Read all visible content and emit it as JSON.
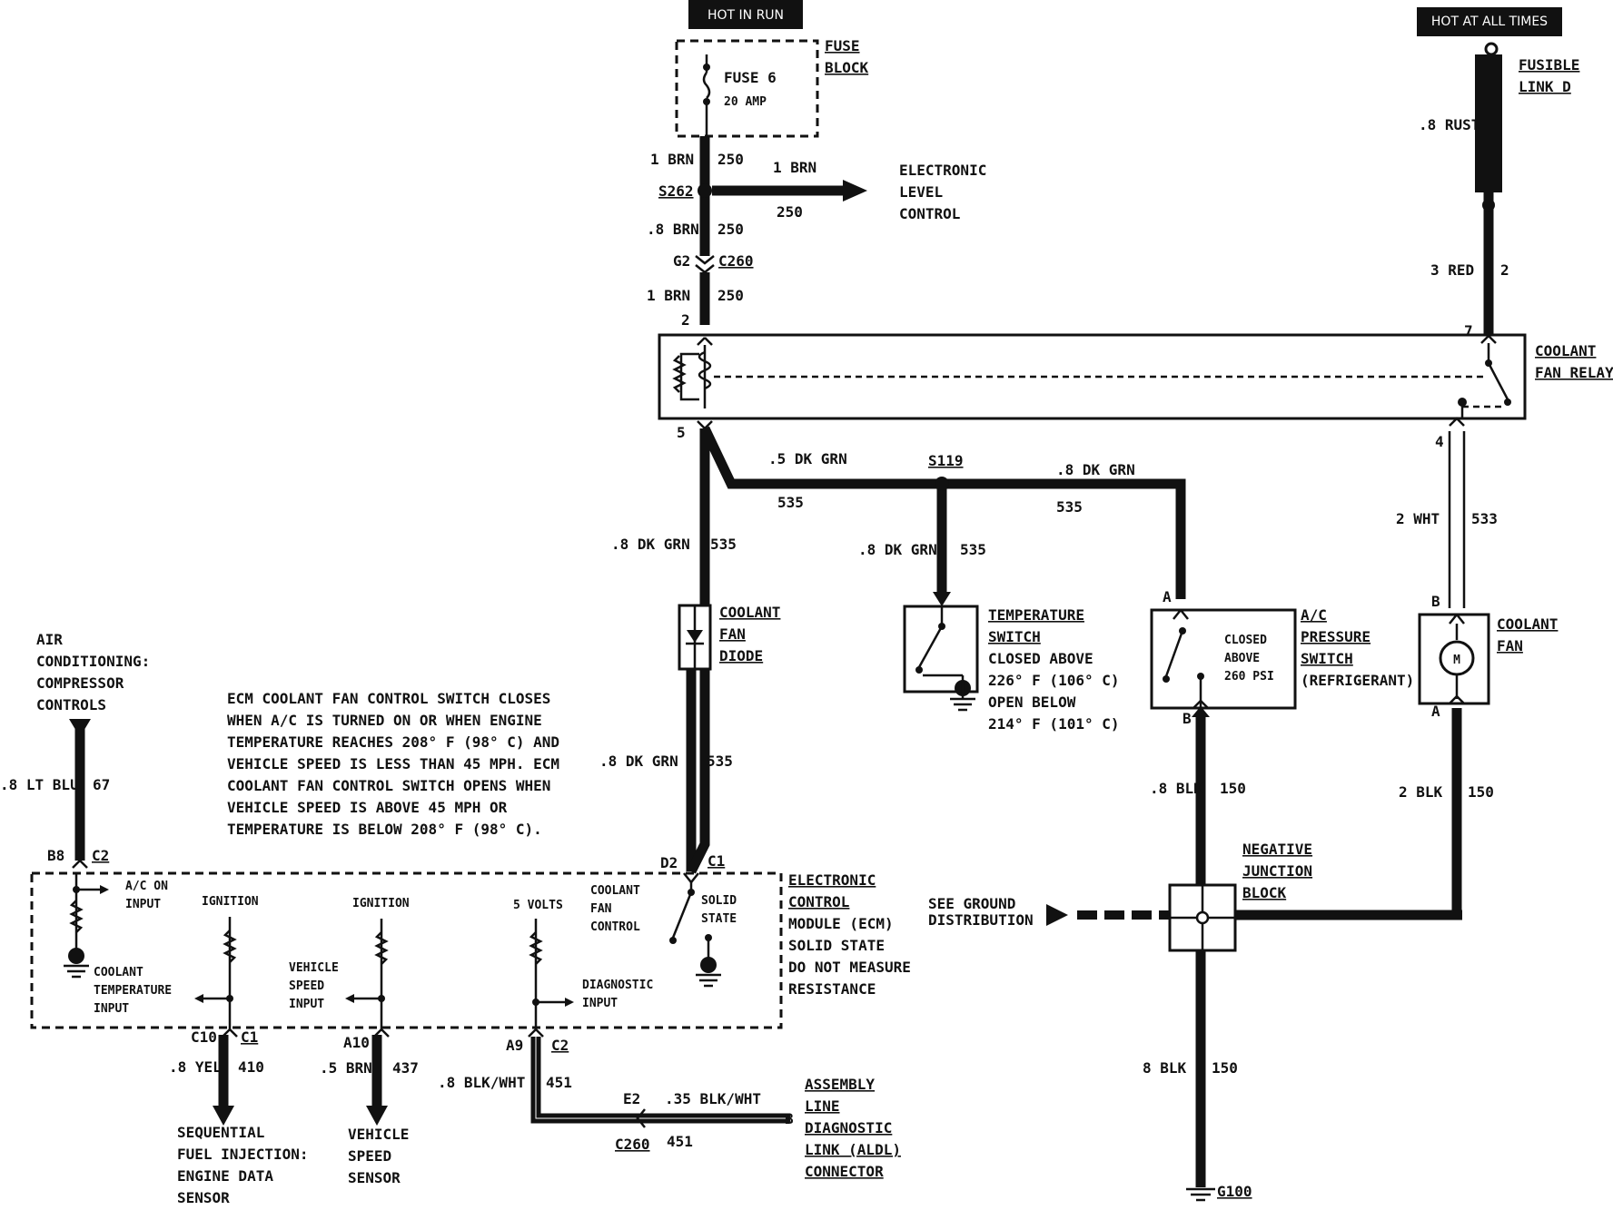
{
  "power": {
    "hot_in_run": "HOT IN RUN",
    "hot_at_all_times": "HOT AT ALL TIMES",
    "fuse_block_1": "FUSE",
    "fuse_block_2": "BLOCK",
    "fuse_name": "FUSE 6",
    "fuse_rating": "20 AMP",
    "fusible_link_1": "FUSIBLE",
    "fusible_link_2": "LINK D",
    "fusible_wire": ".8 RUST"
  },
  "wires": {
    "brn_1_color": "1 BRN",
    "brn_1_circuit": "250",
    "s262": "S262",
    "branch_color": "1 BRN",
    "branch_circuit": "250",
    "elc_1": "ELECTRONIC",
    "elc_2": "LEVEL",
    "elc_3": "CONTROL",
    "brn_8_color": ".8 BRN",
    "brn_8_circuit": "250",
    "g2": "G2",
    "c260": "C260",
    "brn_1b_color": "1 BRN",
    "brn_1b_circuit": "250",
    "red_color": "3 RED",
    "red_circuit": "2",
    "dkgrn5_color": ".5 DK GRN",
    "dkgrn5_circuit": "535",
    "s119": "S119",
    "dkgrn8_top_color": ".8 DK GRN",
    "dkgrn8_top_circuit": "535",
    "dkgrn8_left_color": ".8 DK GRN",
    "dkgrn8_left_circuit": "535",
    "dkgrn8_mid_color": ".8 DK GRN",
    "dkgrn8_mid_circuit": "535",
    "dkgrn8_low_color": ".8 DK GRN",
    "dkgrn8_low_circuit": "535",
    "wht_color": "2 WHT",
    "wht_circuit": "533",
    "blk8_color": ".8 BLK",
    "blk8_circuit": "150",
    "blk2_color": "2 BLK",
    "blk2_circuit": "150",
    "blk8b_color": "8 BLK",
    "blk8b_circuit": "150",
    "ltblu_color": ".8 LT BLU",
    "ltblu_circuit": "67",
    "yel_color": ".8 YEL",
    "yel_circuit": "410",
    "brn5_color": ".5 BRN",
    "brn5_circuit": "437",
    "blkwht8_color": ".8 BLK/WHT",
    "blkwht8_circuit": "451",
    "blkwht35_color": ".35 BLK/WHT",
    "blkwht35_circuit": "451",
    "e2": "E2",
    "c260b": "C260",
    "b_pin": "B"
  },
  "relay": {
    "pin2": "2",
    "pin5": "5",
    "pin7": "7",
    "pin4": "4",
    "label_1": "COOLANT",
    "label_2": "FAN RELAY"
  },
  "diode": {
    "l1": "COOLANT",
    "l2": "FAN",
    "l3": "DIODE"
  },
  "temp_switch": {
    "l1": "TEMPERATURE",
    "l2": "SWITCH",
    "l3": "CLOSED ABOVE",
    "l4": "226° F (106° C)",
    "l5": "OPEN BELOW",
    "l6": "214° F (101° C)"
  },
  "ac_switch": {
    "pin_a": "A",
    "pin_b": "B",
    "inner_1": "CLOSED",
    "inner_2": "ABOVE",
    "inner_3": "260 PSI",
    "l1": "A/C",
    "l2": "PRESSURE",
    "l3": "SWITCH",
    "l4": "(REFRIGERANT)"
  },
  "fan": {
    "pin_b": "B",
    "pin_a": "A",
    "l1": "COOLANT",
    "l2": "FAN",
    "motor": "M"
  },
  "junction": {
    "l1": "NEGATIVE",
    "l2": "JUNCTION",
    "l3": "BLOCK",
    "see_1": "SEE GROUND",
    "see_2": "DISTRIBUTION",
    "ground": "G100"
  },
  "ac_controls": {
    "l1": "AIR",
    "l2": "CONDITIONING:",
    "l3": "COMPRESSOR",
    "l4": "CONTROLS"
  },
  "note": [
    "ECM COOLANT FAN CONTROL SWITCH CLOSES",
    "WHEN A/C IS TURNED ON OR WHEN ENGINE",
    "TEMPERATURE REACHES 208° F (98° C) AND",
    "VEHICLE SPEED IS LESS THAN 45 MPH. ECM",
    "COOLANT FAN CONTROL SWITCH OPENS WHEN",
    "VEHICLE SPEED IS ABOVE 45 MPH OR",
    "TEMPERATURE IS BELOW 208° F (98° C)."
  ],
  "ecm": {
    "b8": "B8",
    "c2": "C2",
    "d2": "D2",
    "c1": "C1",
    "c10": "C10",
    "c1b": "C1",
    "a10": "A10",
    "a9": "A9",
    "c2b": "C2",
    "ac_on_1": "A/C ON",
    "ac_on_2": "INPUT",
    "ign_1": "IGNITION",
    "ign_2": "IGNITION",
    "volts": "5 VOLTS",
    "cf_1": "COOLANT",
    "cf_2": "FAN",
    "cf_3": "CONTROL",
    "ss_1": "SOLID",
    "ss_2": "STATE",
    "cti_1": "COOLANT",
    "cti_2": "TEMPERATURE",
    "cti_3": "INPUT",
    "vsi_1": "VEHICLE",
    "vsi_2": "SPEED",
    "vsi_3": "INPUT",
    "di_1": "DIAGNOSTIC",
    "di_2": "INPUT",
    "l1": "ELECTRONIC",
    "l2": "CONTROL",
    "l3": "MODULE (ECM)",
    "l4": "SOLID STATE",
    "l5": "DO NOT MEASURE",
    "l6": "RESISTANCE"
  },
  "outputs": {
    "sfi_1": "SEQUENTIAL",
    "sfi_2": "FUEL INJECTION:",
    "sfi_3": "ENGINE DATA",
    "sfi_4": "SENSOR",
    "vss_1": "VEHICLE",
    "vss_2": "SPEED",
    "vss_3": "SENSOR",
    "aldl_1": "ASSEMBLY",
    "aldl_2": "LINE",
    "aldl_3": "DIAGNOSTIC",
    "aldl_4": "LINK (ALDL)",
    "aldl_5": "CONNECTOR"
  }
}
